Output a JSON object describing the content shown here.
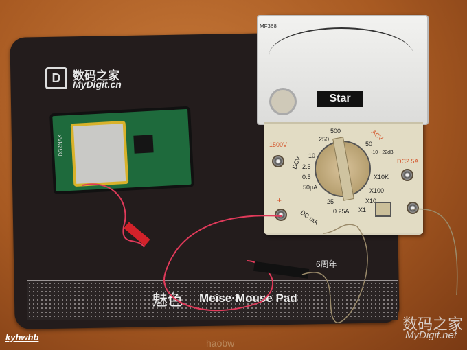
{
  "mousepad": {
    "logo_icon": "house-d-logo",
    "logo_cn": "数码之家",
    "logo_en": "MyDigit.cn",
    "brand_cn": "魅色",
    "brand": "Meise·Mouse Pad",
    "anniversary": "6周年"
  },
  "pcb": {
    "label": "DS2NAX"
  },
  "multimeter": {
    "model": "MF368",
    "brand": "Star",
    "labels": {
      "v1500": "1500V",
      "dc25a": "DC2.5A",
      "dcv": "DCV",
      "acv": "ACV",
      "r500": "500",
      "r250": "250",
      "r50": "50",
      "r10": "10",
      "r25": "2.5",
      "r05": "0.5",
      "ua50": "50μA",
      "ma25": "25",
      "a025": "0.25A",
      "dcma": "DC mA",
      "x1": "X1",
      "x10": "X10",
      "x100": "X100",
      "k10": "X10K",
      "db": "-10 - 22dB",
      "plus": "+"
    }
  },
  "watermarks": {
    "site_cn": "数码之家",
    "site_en": "MyDigit.net",
    "middle": "haobw",
    "author": "kyhwhb"
  }
}
